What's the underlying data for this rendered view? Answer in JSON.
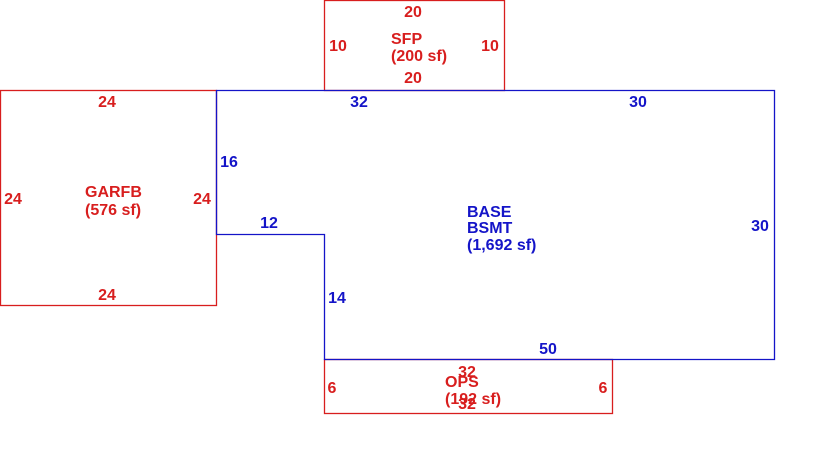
{
  "colors": {
    "main": "#1414c8",
    "attached": "#d81e1e",
    "background": "#ffffff"
  },
  "areas": {
    "sfp": {
      "name": "SFP",
      "area": "(200 sf)",
      "dims": {
        "top": "20",
        "left": "10",
        "right": "10",
        "bottom": "20"
      }
    },
    "garfb": {
      "name": "GARFB",
      "area": "(576 sf)",
      "dims": {
        "top": "24",
        "left": "24",
        "right": "24",
        "bottom": "24"
      }
    },
    "base": {
      "name": "BASE",
      "subname": "BSMT",
      "area": "(1,692 sf)",
      "dims": {
        "top_left": "32",
        "top_right": "30",
        "left_upper": "16",
        "step": "12",
        "left_lower": "14",
        "right": "30",
        "bottom": "50"
      }
    },
    "ops": {
      "name": "OPS",
      "area": "(192 sf)",
      "dims": {
        "top": "32",
        "bottom": "32",
        "left": "6",
        "right": "6"
      }
    }
  }
}
